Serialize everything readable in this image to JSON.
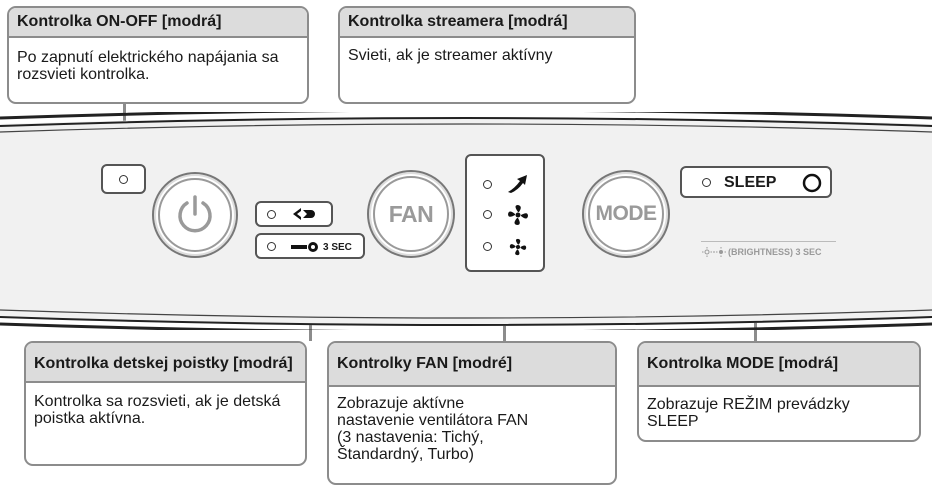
{
  "callouts": {
    "onoff": {
      "title": "Kontrolka ON-OFF [modrá]",
      "text": "Po zapnutí elektrického napájania sa rozsvieti kontrolka."
    },
    "streamer": {
      "title": "Kontrolka streamera [modrá]",
      "text": "Svieti, ak je streamer aktívny"
    },
    "child_lock": {
      "title": "Kontrolka detskej poistky [modrá]",
      "text": "Kontrolka sa rozsvieti, ak je detská poistka aktívna."
    },
    "fan": {
      "title": "Kontrolky FAN [modré]",
      "text": "Zobrazuje aktívne nastavenie ventilátora FAN (3 nastavenia: Tichý, Štandardný, Turbo)"
    },
    "mode": {
      "title": "Kontrolka MODE [modrá]",
      "text": "Zobrazuje REŽIM prevádzky SLEEP"
    }
  },
  "panel": {
    "fan_button": "FAN",
    "mode_button": "MODE",
    "sleep_label": "SLEEP",
    "lock_label": "3 SEC",
    "brightness_label": "(BRIGHTNESS) 3 SEC"
  },
  "icons": [
    "power-icon",
    "streamer-icon",
    "key-lock-icon",
    "fan-turbo-icon",
    "fan-standard-icon",
    "fan-quiet-icon",
    "sleep-icon",
    "brightness-icon"
  ]
}
